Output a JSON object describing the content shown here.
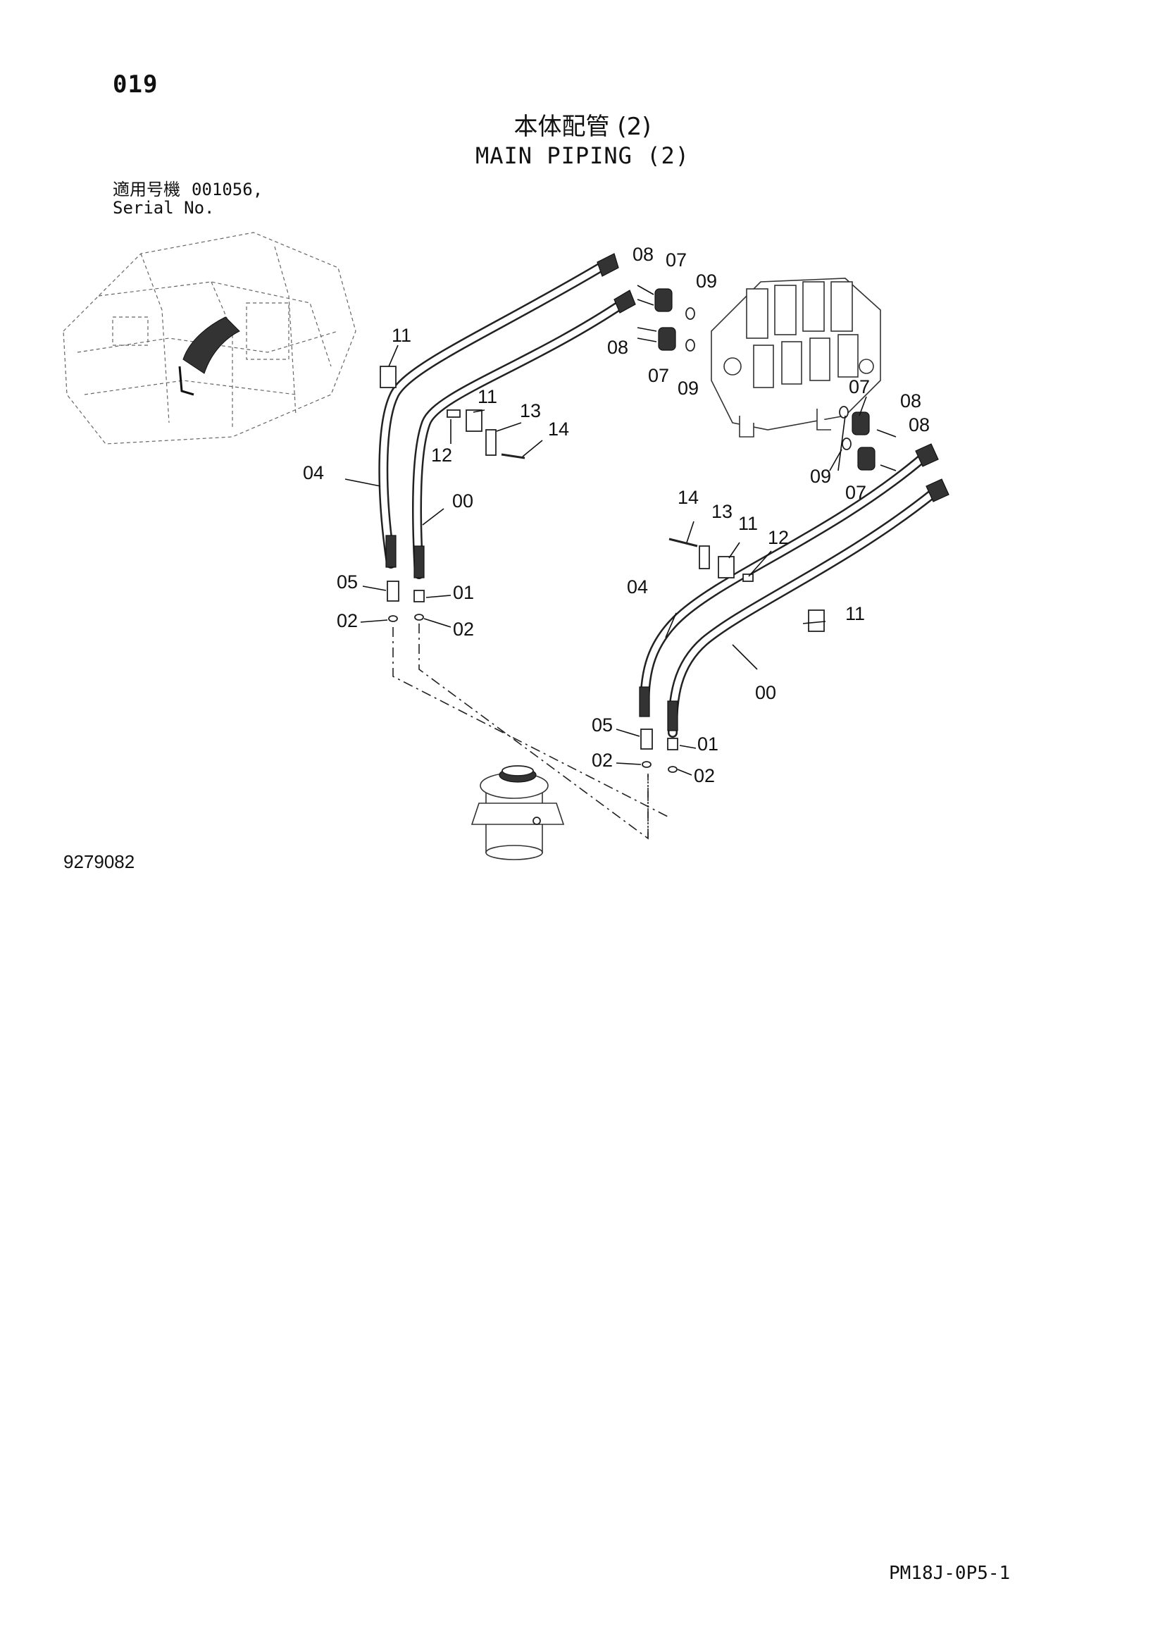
{
  "header": {
    "page_number": "019",
    "title_jp": "本体配管 (2)",
    "title_en": "MAIN PIPING (2)",
    "serial_label_jp": "適用号機",
    "serial_value": "001056,",
    "serial_label_en": "Serial No."
  },
  "footer": {
    "drawing_number": "9279082",
    "page_code": "PM18J-0P5-1"
  },
  "callouts": {
    "c_08_a": "08",
    "c_07_a": "07",
    "c_09_a": "09",
    "c_08_b": "08",
    "c_07_b": "07",
    "c_09_b": "09",
    "c_11_a": "11",
    "c_11_b": "11",
    "c_13_a": "13",
    "c_14_a": "14",
    "c_12_a": "12",
    "c_04_a": "04",
    "c_00_a": "00",
    "c_05_a": "05",
    "c_01_a": "01",
    "c_02_a": "02",
    "c_02_b": "02",
    "c_07_c": "07",
    "c_08_c": "08",
    "c_08_d": "08",
    "c_09_c": "09",
    "c_07_d": "07",
    "c_14_b": "14",
    "c_13_b": "13",
    "c_11_c": "11",
    "c_12_b": "12",
    "c_04_b": "04",
    "c_11_d": "11",
    "c_00_b": "00",
    "c_05_b": "05",
    "c_01_b": "01",
    "c_02_c": "02",
    "c_02_d": "02"
  }
}
